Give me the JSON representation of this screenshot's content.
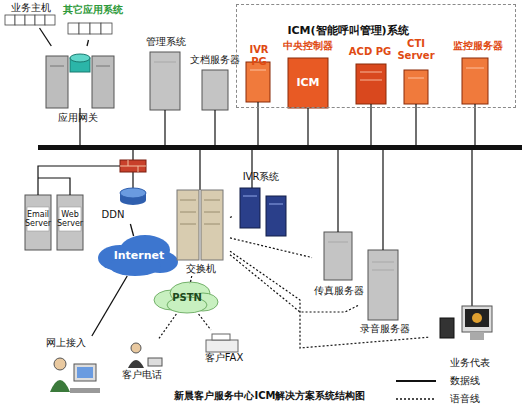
{
  "diagram": {
    "caption": "新晨客户服务中心ICM解决方案系统结构图",
    "nodes": [
      {
        "text": [
          "业务主机"
        ]
      },
      {
        "text": [
          "其它应用系统"
        ]
      },
      {
        "text": [
          "应用网关"
        ]
      },
      {
        "text": [
          "管理系统"
        ]
      },
      {
        "text": [
          "文档服务器"
        ]
      },
      {
        "text": [
          "ICM(智能呼叫管理)系统"
        ]
      },
      {
        "text": [
          "IVR PG"
        ],
        "in": 5
      },
      {
        "text": [
          "中央控制器",
          "ICM"
        ],
        "in": 5
      },
      {
        "text": [
          "ACD PG"
        ],
        "in": 5
      },
      {
        "text": [
          "CTI Server"
        ],
        "in": 5
      },
      {
        "text": [
          "监控服务器"
        ],
        "in": 5
      },
      {
        "text": [
          "Email Server"
        ]
      },
      {
        "text": [
          "Web Server"
        ]
      },
      {
        "text": [
          "DDN"
        ]
      },
      {
        "text": [
          "Internet"
        ]
      },
      {
        "text": [
          "交换机"
        ]
      },
      {
        "text": [
          "IVR系统"
        ]
      },
      {
        "text": [
          "PSTN"
        ]
      },
      {
        "text": [
          "传真服务器"
        ]
      },
      {
        "text": [
          "录音服务器"
        ]
      },
      {
        "text": [
          "网上接入"
        ]
      },
      {
        "text": [
          "客户电话"
        ]
      },
      {
        "text": [
          "客户FAX"
        ]
      },
      {
        "text": [
          "业务代表"
        ]
      }
    ],
    "edges": [
      {
        "from": 0,
        "to": 2,
        "arrow": "none"
      },
      {
        "from": 1,
        "to": 2,
        "arrow": "none"
      },
      {
        "from": 13,
        "to": 14,
        "arrow": "none"
      },
      {
        "from": 14,
        "to": 20,
        "arrow": "none"
      },
      {
        "from": 15,
        "to": 16,
        "arrow": "none"
      },
      {
        "from": 15,
        "to": 17,
        "arrow": "none"
      },
      {
        "from": 15,
        "to": 18,
        "arrow": "none"
      },
      {
        "from": 15,
        "to": 19,
        "arrow": "none"
      },
      {
        "from": 15,
        "to": 23,
        "arrow": "none"
      },
      {
        "from": 17,
        "to": 21,
        "arrow": "none"
      },
      {
        "from": 17,
        "to": 22,
        "arrow": "none"
      }
    ],
    "legend": [
      {
        "text": "数据线"
      },
      {
        "text": "语音线"
      }
    ]
  }
}
